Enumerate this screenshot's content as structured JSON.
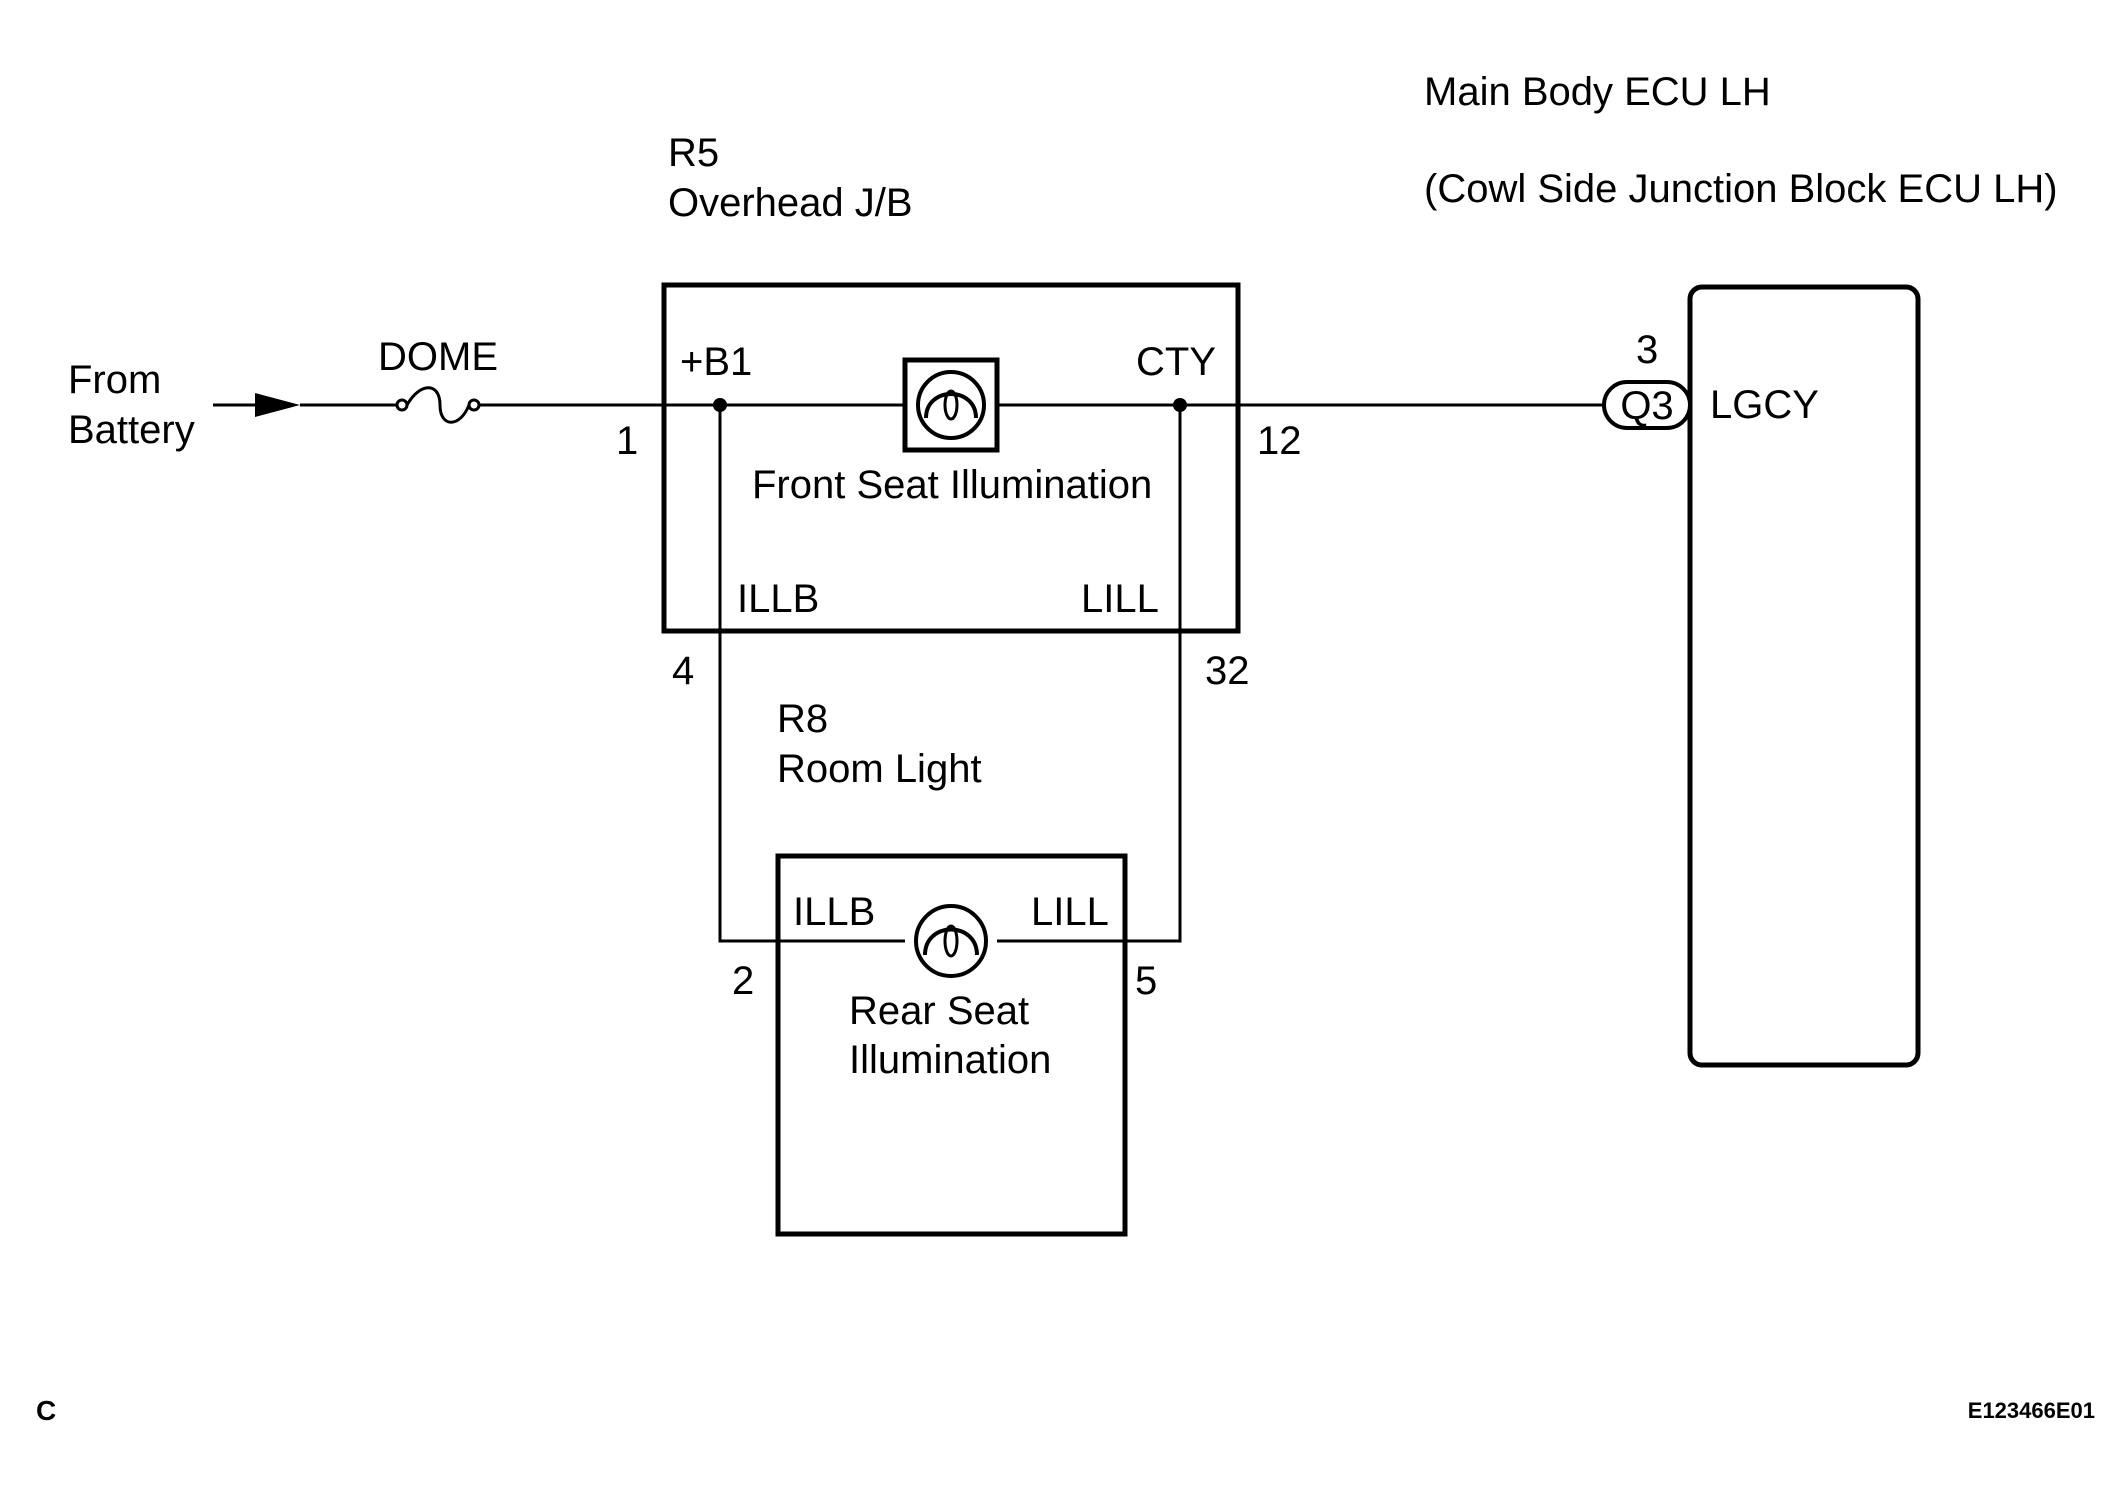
{
  "source": {
    "line1": "From",
    "line2": "Battery"
  },
  "fuse": {
    "label": "DOME"
  },
  "overhead_jb": {
    "code": "R5",
    "name": "Overhead J/B",
    "terminals": {
      "b1": {
        "name": "+B1",
        "pin": "1"
      },
      "cty": {
        "name": "CTY",
        "pin": "12"
      },
      "illb": {
        "name": "ILLB",
        "pin": "4"
      },
      "lill": {
        "name": "LILL",
        "pin": "32"
      }
    },
    "lamp_label": "Front Seat Illumination"
  },
  "room_light": {
    "code": "R8",
    "name": "Room Light",
    "terminals": {
      "illb": {
        "name": "ILLB",
        "pin": "2"
      },
      "lill": {
        "name": "LILL",
        "pin": "5"
      }
    },
    "lamp_label_line1": "Rear Seat",
    "lamp_label_line2": "Illumination"
  },
  "ecu": {
    "name": "Main Body ECU LH",
    "subname": "(Cowl Side Junction Block ECU LH)",
    "connector": "Q3",
    "pin": "3",
    "terminal": "LGCY"
  },
  "footer": {
    "corner_letter": "C",
    "figure_id": "E123466E01"
  }
}
